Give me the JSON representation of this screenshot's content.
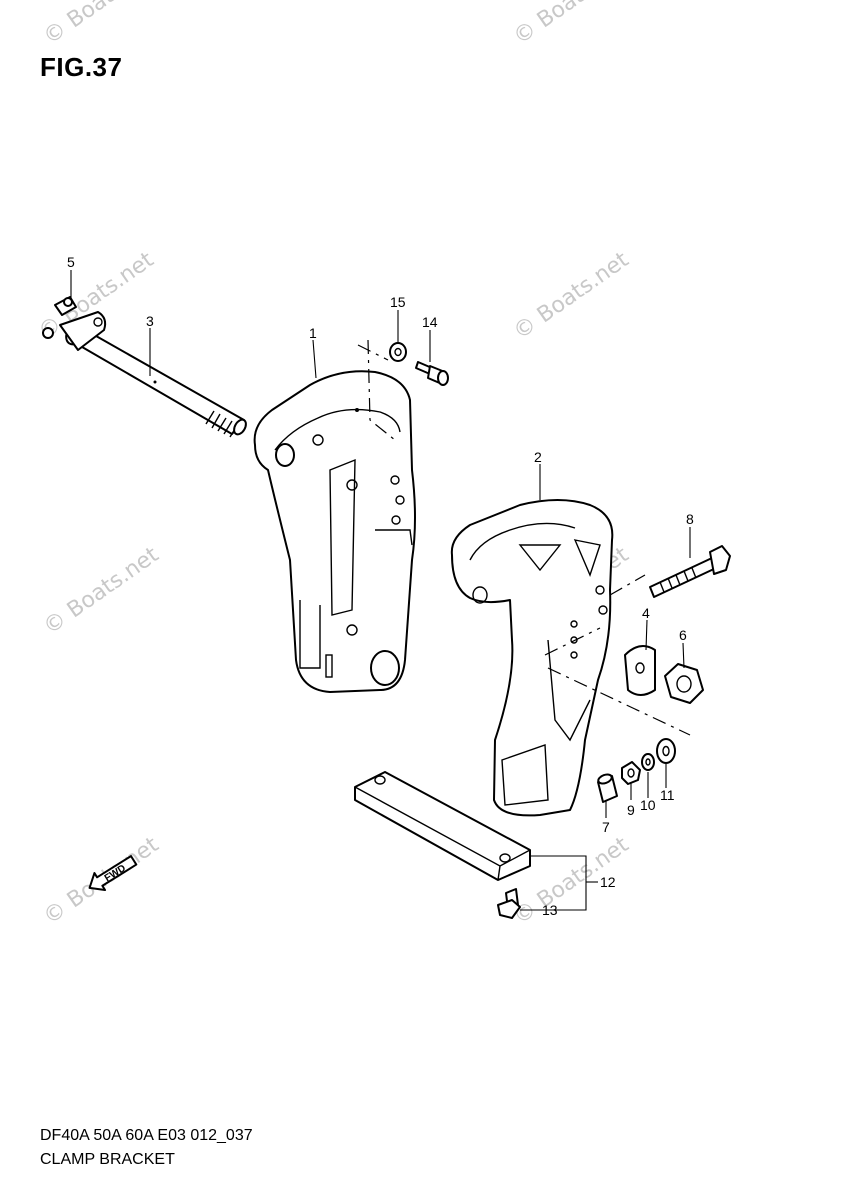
{
  "figure": {
    "title": "FIG.37",
    "model_code": "DF40A 50A 60A E03 012_037",
    "caption": "CLAMP BRACKET"
  },
  "watermark": {
    "text": "© Boats.net"
  },
  "callouts": [
    "1",
    "2",
    "3",
    "4",
    "5",
    "6",
    "7",
    "8",
    "9",
    "10",
    "11",
    "12",
    "13",
    "14",
    "15"
  ],
  "direction_marker": {
    "label": "FWD",
    "icon": "arrow-forward-icon"
  }
}
